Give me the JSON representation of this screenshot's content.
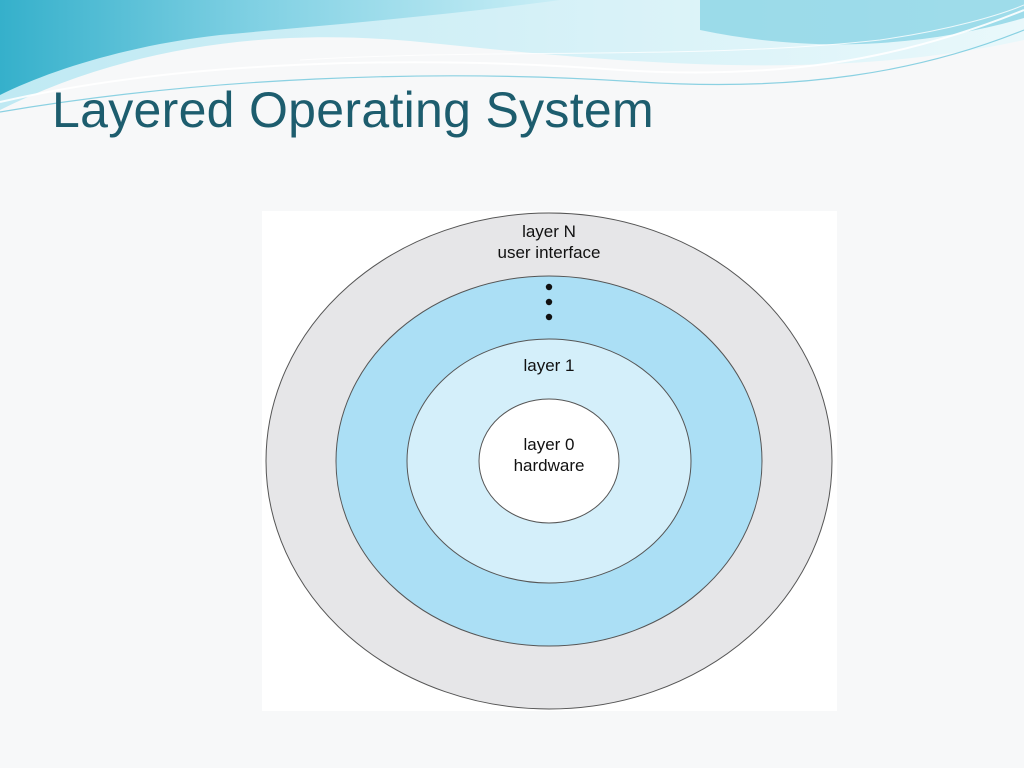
{
  "slide": {
    "title": "Layered Operating System"
  },
  "diagram": {
    "layers": [
      {
        "line1": "layer N",
        "line2": "user interface",
        "fill": "#e6e6e8"
      },
      {
        "line1": "",
        "line2": "",
        "fill": "#abdff5"
      },
      {
        "line1": "layer 1",
        "line2": "",
        "fill": "#d4effa"
      },
      {
        "line1": "layer 0",
        "line2": "hardware",
        "fill": "#ffffff"
      }
    ],
    "stroke_color": "#555555"
  },
  "theme": {
    "title_color": "#1d5d6e",
    "wave_dark": "#3ab6cf",
    "wave_light": "#a9e1ee"
  }
}
